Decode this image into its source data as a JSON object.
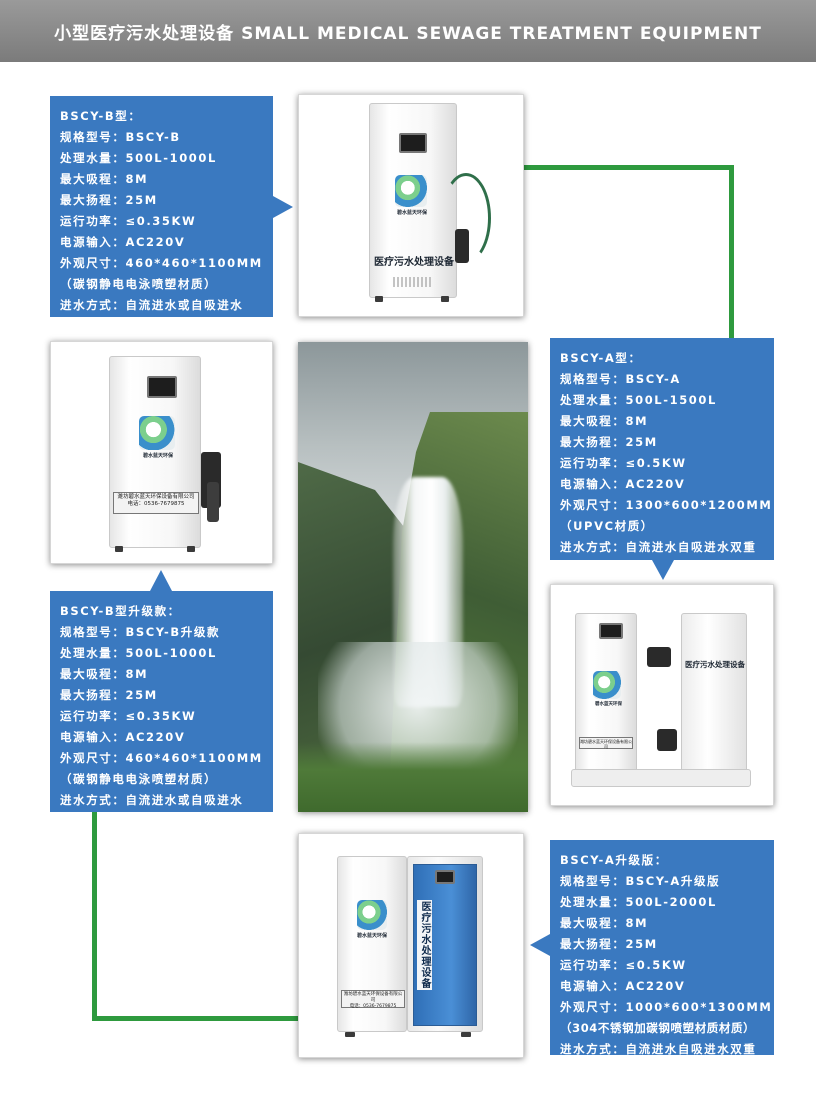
{
  "header": {
    "title": "小型医疗污水处理设备 SMALL MEDICAL SEWAGE TREATMENT EQUIPMENT"
  },
  "colors": {
    "panel": "#3a79c0",
    "connector": "#2e9a3e",
    "header": "#8a8a8a"
  },
  "products": [
    {
      "lines": [
        "BSCY-B型：",
        "规格型号：BSCY-B",
        "处理水量：500L-1000L",
        "最大吸程：8M",
        "最大扬程：25M",
        "运行功率：≤0.35KW",
        "电源输入：AC220V",
        "外观尺寸：460*460*1100MM",
        "（碳钢静电电泳喷塑材质）",
        "进水方式：自流进水或自吸进水"
      ]
    },
    {
      "lines": [
        "BSCY-A型：",
        "规格型号：BSCY-A",
        "处理水量：500L-1500L",
        "最大吸程：8M",
        "最大扬程：25M",
        "运行功率：≤0.5KW",
        "电源输入：AC220V",
        "外观尺寸：1300*600*1200MM",
        "（UPVC材质）",
        "进水方式：自流进水自吸进水双重"
      ]
    },
    {
      "lines": [
        "BSCY-B型升级款：",
        "规格型号：BSCY-B升级款",
        "处理水量：500L-1000L",
        "最大吸程：8M",
        "最大扬程：25M",
        "运行功率：≤0.35KW",
        "电源输入：AC220V",
        "外观尺寸：460*460*1100MM",
        "（碳钢静电电泳喷塑材质）",
        "进水方式：自流进水或自吸进水"
      ]
    },
    {
      "lines": [
        "BSCY-A升级版：",
        "规格型号：BSCY-A升级版",
        "处理水量：500L-2000L",
        "最大吸程：8M",
        "最大扬程：25M",
        "运行功率：≤0.5KW",
        "电源输入：AC220V",
        "外观尺寸：1000*600*1300MM",
        "（304不锈钢加碳钢喷塑材质材质）",
        "进水方式：自流进水自吸进水双重"
      ]
    }
  ],
  "machine_labels": {
    "equipment_name": "医疗污水处理设备",
    "logo_text": "碧水蓝天环保",
    "company": "潍坊碧水蓝天环保设备有限公司",
    "phone": "电话：0536-7679875"
  }
}
